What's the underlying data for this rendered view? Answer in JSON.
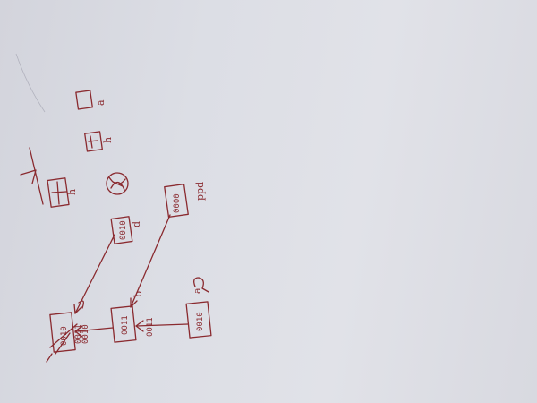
{
  "sheet": {
    "ink_color": "#8a2a2f",
    "paper_color": "#dcdde3"
  },
  "diagram": {
    "nodes": [
      {
        "id": "n-top",
        "label": "0010",
        "tag": "d"
      },
      {
        "id": "n-mid",
        "label": "0011",
        "tag": "b"
      },
      {
        "id": "n-bottom",
        "label": "0010",
        "tag": "a"
      },
      {
        "id": "n-left",
        "label": "0010",
        "tag": ""
      },
      {
        "id": "n-right",
        "label": "0000",
        "tag": "ppd"
      }
    ],
    "legend": {
      "marks": [
        "a",
        "h",
        "h"
      ]
    },
    "edge_labels": [
      "0011",
      "0010",
      "0011"
    ]
  }
}
